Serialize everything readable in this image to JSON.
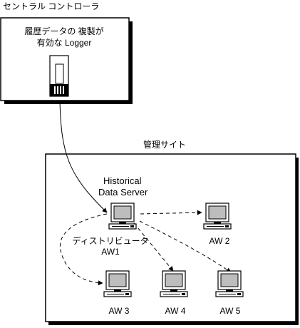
{
  "central_controller": {
    "title": "セントラル コントローラ",
    "logger_line1": "履歴データの 複製が",
    "logger_line2": "有効な Logger"
  },
  "admin_site": {
    "title": "管理サイト",
    "hds_line1": "Historical",
    "hds_line2": "Data Server",
    "distributor_label": "ディストリビュータ",
    "aw1_label": "AW1",
    "aw2_label": "AW 2",
    "aw3_label": "AW 3",
    "aw4_label": "AW 4",
    "aw5_label": "AW 5"
  }
}
